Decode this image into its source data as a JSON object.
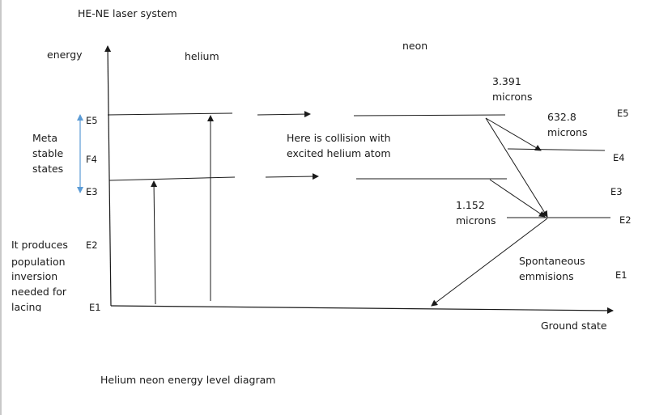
{
  "title": "HE-NE laser system",
  "caption": "Helium neon energy level diagram",
  "axis_label": "energy",
  "helium_label": "helium",
  "neon_label": "neon",
  "metastable_label": [
    "Meta",
    "stable",
    "states"
  ],
  "population_note": [
    "It produces",
    "population",
    "inversion",
    "needed for",
    "lacing"
  ],
  "collision_note": [
    "Here is collision with",
    "excited helium atom"
  ],
  "left_levels": {
    "e5": "E5",
    "e4": "F4",
    "e3": "E3",
    "e2": "E2",
    "e1": "E1"
  },
  "right_levels": {
    "e5": "E5",
    "e4": "E4",
    "e3": "E3",
    "e2": "E2",
    "e1": "E1"
  },
  "transitions": {
    "t1": [
      "3.391",
      "microns"
    ],
    "t2": [
      "632.8",
      "microns"
    ],
    "t3": [
      "1.152",
      "microns"
    ]
  },
  "spontaneous_label": [
    "Spontaneous",
    "emmisions"
  ],
  "ground_state_label": "Ground state",
  "colors": {
    "line": "#1a1a1a",
    "metastable_arrow": "#5b9bd5"
  }
}
